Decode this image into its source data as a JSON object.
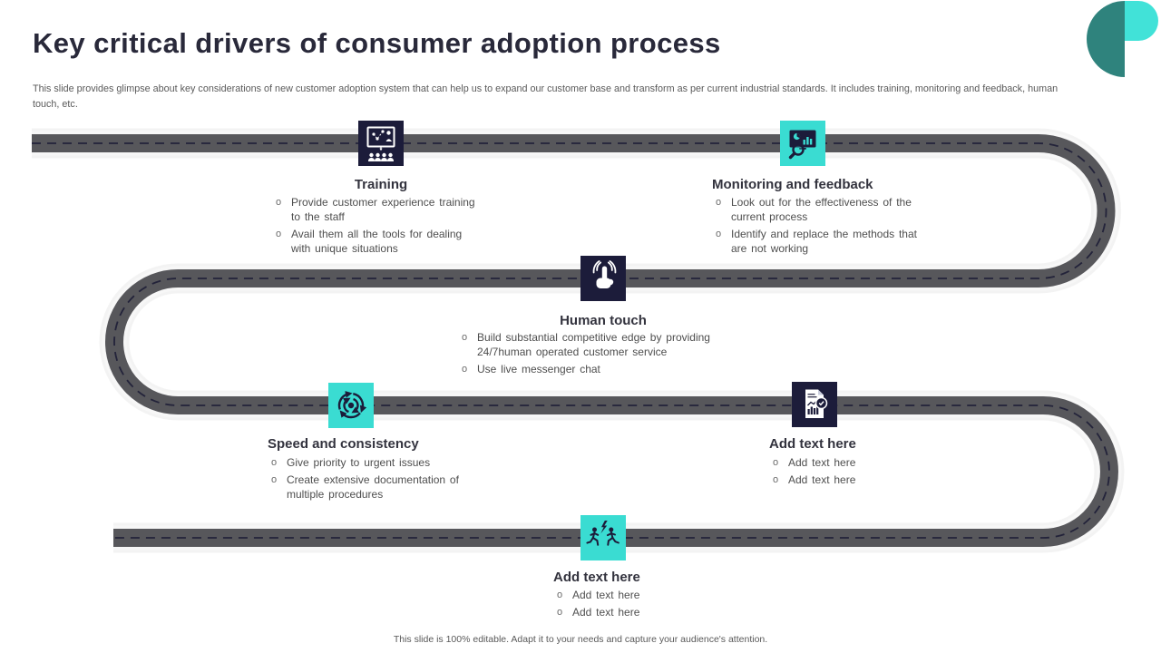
{
  "slide": {
    "title": "Key critical drivers of consumer adoption process",
    "subtitle": "This slide provides glimpse about key considerations of new customer adoption system that can help us to expand our customer base and transform as per current industrial standards. It includes training, monitoring and feedback, human touch, etc.",
    "footer": "This slide is 100% editable. Adapt it to your needs and capture your audience's attention."
  },
  "bullet_marker": "o",
  "colors": {
    "navy_tile": "#1C1C3A",
    "teal_tile": "#3ADCD2",
    "road_asphalt": "#57575B",
    "road_centerline": "#23233A",
    "road_edge": "#F7F7F7",
    "title_text": "#29293A",
    "body_text": "#4E4E4E",
    "logo_dark_teal": "#2F837D",
    "logo_light_teal": "#41E2D8"
  },
  "sections": [
    {
      "title": "Training",
      "icon": "training-presentation-icon",
      "tile_color": "navy",
      "bullets": [
        "Provide customer experience training to the staff",
        "Avail them all the tools for dealing with unique situations"
      ]
    },
    {
      "title": "Monitoring and feedback",
      "icon": "monitoring-dashboard-icon",
      "tile_color": "teal",
      "bullets": [
        "Look out for the effectiveness of the current process",
        "Identify and replace the methods that are not working"
      ]
    },
    {
      "title": "Human touch",
      "icon": "touch-gesture-icon",
      "tile_color": "navy",
      "bullets": [
        "Build substantial competitive edge by providing 24/7human operated customer service",
        "Use live messenger chat"
      ]
    },
    {
      "title": "Speed and consistency",
      "icon": "cycle-arrows-icon",
      "tile_color": "teal",
      "bullets": [
        "Give priority to urgent issues",
        "Create extensive documentation of multiple procedures"
      ]
    },
    {
      "title": "Add text here",
      "icon": "report-document-icon",
      "tile_color": "navy",
      "bullets": [
        "Add text here",
        "Add text here"
      ]
    },
    {
      "title": "Add text here",
      "icon": "running-people-icon",
      "tile_color": "teal",
      "bullets": [
        "Add text here",
        "Add text here"
      ]
    }
  ]
}
